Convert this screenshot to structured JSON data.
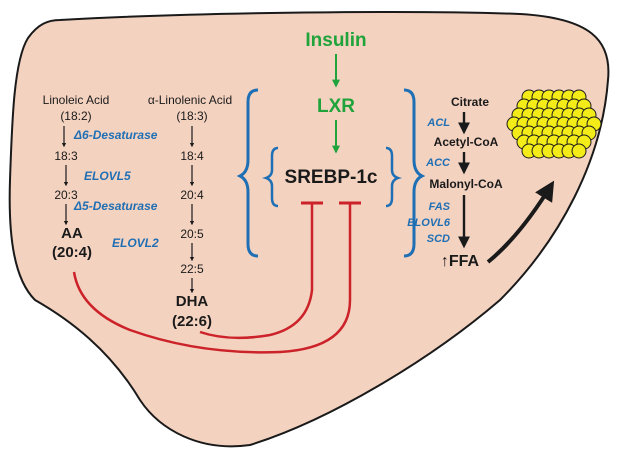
{
  "regulators": {
    "insulin": "Insulin",
    "lxr": "LXR",
    "srebp": "SREBP-1c"
  },
  "omega6": {
    "header": "Linoleic Acid",
    "step0": "(18:2)",
    "enzyme1": "Δ6-Desaturase",
    "step1": "18:3",
    "enzyme2": "ELOVL5",
    "step2": "20:3",
    "enzyme3": "Δ5-Desaturase",
    "product": "AA",
    "product_formula": "(20:4)",
    "enzyme4": "ELOVL2"
  },
  "omega3": {
    "header": "α-Linolenic Acid",
    "step0": "(18:3)",
    "step1": "18:4",
    "step2": "20:4",
    "step3": "20:5",
    "step4": "22:5",
    "product": "DHA",
    "product_formula": "(22:6)"
  },
  "lipogenesis": {
    "citrate": "Citrate",
    "acl": "ACL",
    "acetyl_coa": "Acetyl-CoA",
    "acc": "ACC",
    "malonyl_coa": "Malonyl-CoA",
    "fas": "FAS",
    "elovl6": "ELOVL6",
    "scd": "SCD",
    "ffa": "↑FFA"
  },
  "colors": {
    "liver": "#f4d2c0",
    "liver_outline": "#1a1a1a",
    "enzyme_blue": "#1f6fb5",
    "regulator_green": "#1fa33a",
    "inhibition_red": "#cc2229",
    "droplet_yellow": "#f3ec18"
  }
}
